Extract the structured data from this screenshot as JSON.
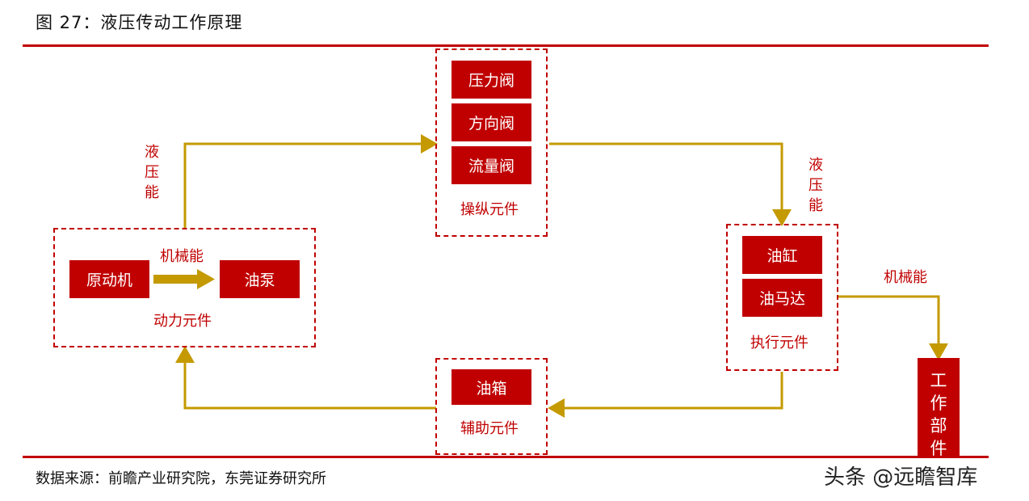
{
  "header": {
    "title": "图 27：液压传动工作原理"
  },
  "footer": {
    "source": "数据来源：前瞻产业研究院，东莞证券研究所",
    "watermark": "头条 @远瞻智库"
  },
  "power_unit": {
    "group_label": "动力元件",
    "prime_mover": "原动机",
    "pump": "油泵",
    "transfer_label": "机械能"
  },
  "control_unit": {
    "group_label": "操纵元件",
    "items": [
      "压力阀",
      "方向阀",
      "流量阀"
    ]
  },
  "actuator_unit": {
    "group_label": "执行元件",
    "items": [
      "油缸",
      "油马达"
    ]
  },
  "auxiliary_unit": {
    "group_label": "辅助元件",
    "items": [
      "油箱"
    ]
  },
  "work_part": {
    "label": "工作部件",
    "chars": [
      "工",
      "作",
      "部",
      "件"
    ]
  },
  "flows": {
    "hydraulic_left": "液压能",
    "hydraulic_right": "液压能",
    "mechanical_out": "机械能"
  },
  "colors": {
    "accent": "#c00000",
    "arrow": "#c49a00"
  }
}
